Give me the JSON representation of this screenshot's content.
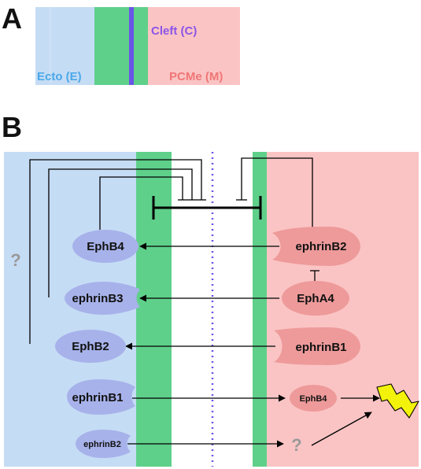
{
  "panel_a": {
    "letter": "A",
    "cleft_label": "Cleft (C)",
    "ecto_label": "Ecto (E)",
    "pcme_label": "PCMe (M)"
  },
  "panel_b": {
    "letter": "B",
    "left_nodes": {
      "ephb4": "EphB4",
      "ephrinb3": "ephrinB3",
      "ephb2": "EphB2",
      "ephrinb1": "ephrinB1",
      "ephrinb2": "ephrinB2"
    },
    "right_nodes": {
      "ephrinb2": "ephrinB2",
      "epha4": "EphA4",
      "ephrinb1": "ephrinB1",
      "ephb4": "EphB4"
    },
    "unknown_left": "?",
    "unknown_right": "?"
  },
  "colors": {
    "ecto": "#c5dcf5",
    "pcme": "#fbc4c4",
    "mesoderm_band": "#5fd08a",
    "cleft_line": "#6a55e6",
    "left_node": "#a7b2ea",
    "right_node": "#ee9a9a",
    "bolt": "#f2f20a",
    "ecto_text": "#4aa8e8",
    "pcme_text": "#f07676",
    "cleft_text": "#8a55e8",
    "question": "#9a9a9a"
  }
}
